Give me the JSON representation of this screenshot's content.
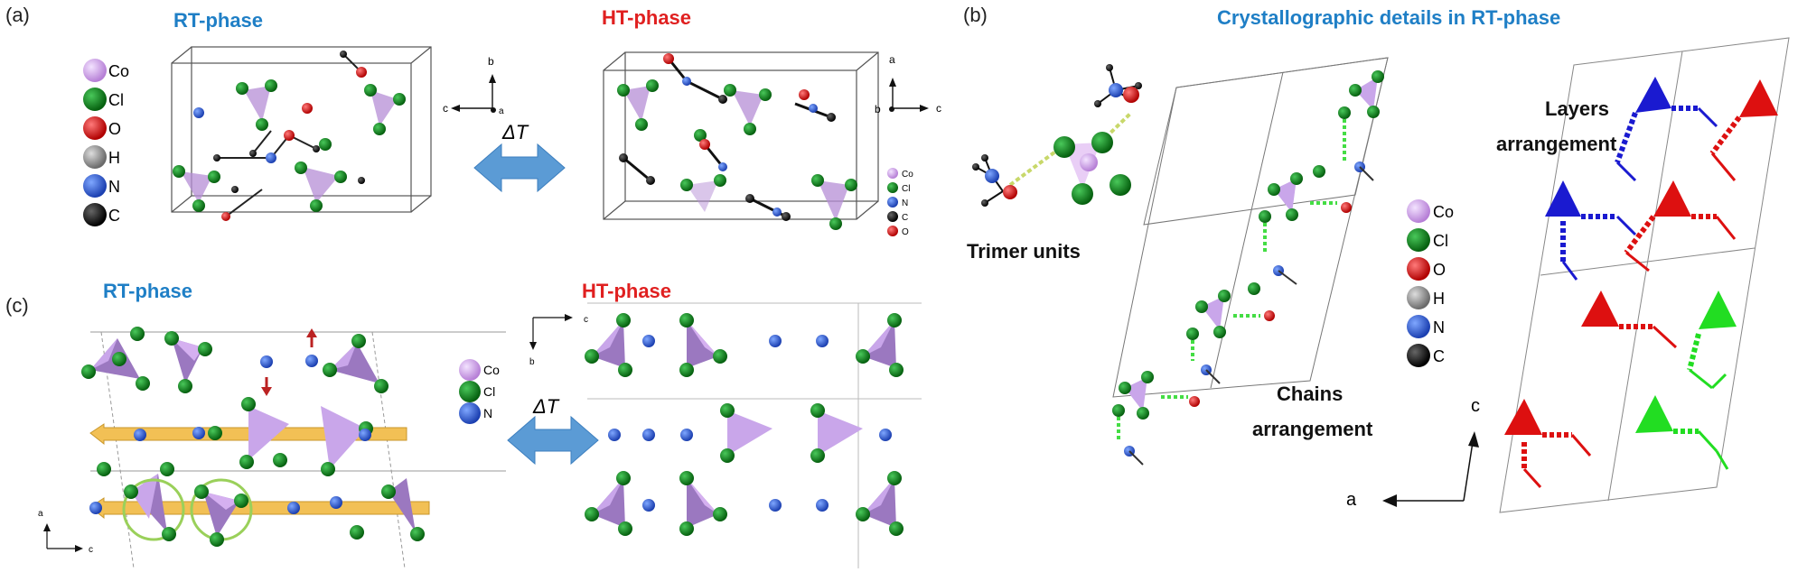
{
  "panels": {
    "a": {
      "label": "(a)",
      "rt_title": "RT-phase",
      "ht_title": "HT-phase",
      "legend": [
        {
          "key": "co",
          "text": "Co"
        },
        {
          "key": "cl",
          "text": "Cl"
        },
        {
          "key": "o",
          "text": "O"
        },
        {
          "key": "h",
          "text": "H"
        },
        {
          "key": "n",
          "text": "N"
        },
        {
          "key": "c",
          "text": "C"
        }
      ],
      "ht_legend": [
        {
          "key": "co",
          "text": "Co"
        },
        {
          "key": "cl",
          "text": "Cl"
        },
        {
          "key": "n",
          "text": "N"
        },
        {
          "key": "c",
          "text": "C"
        },
        {
          "key": "o",
          "text": "O"
        }
      ],
      "delta_t": "ΔT",
      "axes_rt": {
        "b": "b",
        "c": "c",
        "a": "a"
      },
      "axes_ht": {
        "a": "a",
        "b": "b",
        "c": "c"
      }
    },
    "b": {
      "label": "(b)",
      "title": "Crystallographic details in RT-phase",
      "trimer": "Trimer units",
      "chains_line1": "Chains",
      "chains_line2": "arrangement",
      "layers_line1": "Layers",
      "layers_line2": "arrangement",
      "legend": [
        {
          "key": "co",
          "text": "Co"
        },
        {
          "key": "cl",
          "text": "Cl"
        },
        {
          "key": "o",
          "text": "O"
        },
        {
          "key": "h",
          "text": "H"
        },
        {
          "key": "n",
          "text": "N"
        },
        {
          "key": "c",
          "text": "C"
        }
      ],
      "axis_a": "a",
      "axis_c": "c"
    },
    "c": {
      "label": "(c)",
      "rt_title": "RT-phase",
      "ht_title": "HT-phase",
      "legend": [
        {
          "key": "co",
          "text": "Co"
        },
        {
          "key": "cl",
          "text": "Cl"
        },
        {
          "key": "n",
          "text": "N"
        }
      ],
      "delta_t": "ΔT",
      "axes_rt": {
        "a": "a",
        "c": "c"
      },
      "axes_ht": {
        "c": "c",
        "b": "b"
      }
    }
  },
  "colors": {
    "rt_title": "#1f7fc6",
    "ht_title": "#e02020",
    "co": "#d7a6ef",
    "cl": "#0f8a1d",
    "o": "#e01010",
    "h": "#8a8a8a",
    "n": "#2a5fd8",
    "c": "#111111",
    "arrow": "#5b9bd5",
    "poly": "#b58ed6",
    "band": "#f2c055",
    "blue_layer": "#1a1ad0",
    "red_layer": "#dd1010",
    "green_layer": "#22dd22"
  }
}
